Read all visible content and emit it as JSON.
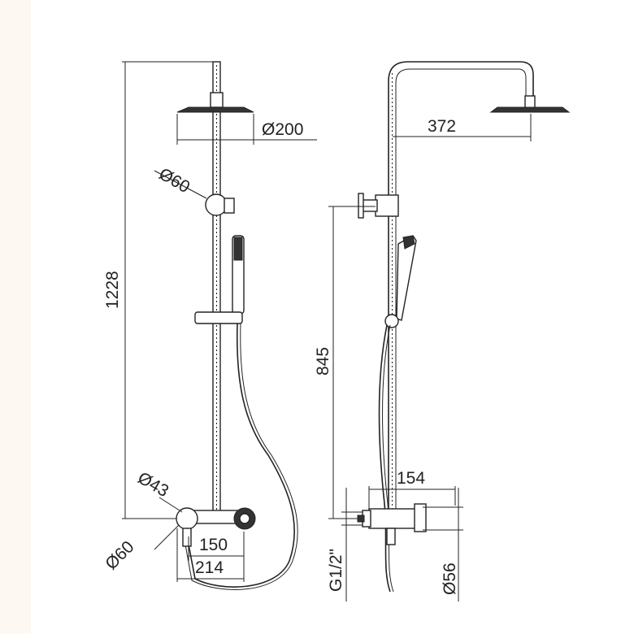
{
  "front_view": {
    "height_total": "1228",
    "head_diameter": "Ø200",
    "diverter_diameter": "Ø60",
    "handle_diameter": "Ø43",
    "valve_diameter": "Ø60",
    "inlet_spacing": "150",
    "mixer_width": "214"
  },
  "side_view": {
    "arm_reach": "372",
    "bar_height": "845",
    "mixer_projection": "154",
    "inlet_thread": "G1/2\"",
    "body_diameter": "Ø56"
  }
}
